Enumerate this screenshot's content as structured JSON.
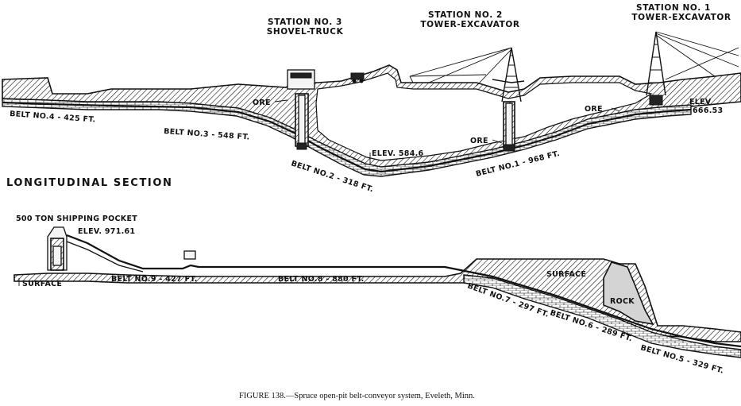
{
  "longitudinal": {
    "title": "LONGITUDINAL SECTION",
    "stations": [
      {
        "line1": "STATION NO. 3",
        "line2": "SHOVEL-TRUCK"
      },
      {
        "line1": "STATION NO. 2",
        "line2": "TOWER-EXCAVATOR"
      },
      {
        "line1": "STATION NO. 1",
        "line2": "TOWER-EXCAVATOR"
      }
    ],
    "ore_labels": [
      "ORE",
      "ORE",
      "ORE"
    ],
    "elevations": {
      "low": "ELEV. 584.6",
      "right_line1": "ELEV",
      "right_line2": "666.53"
    },
    "belts": [
      "BELT NO.4 - 425 FT.",
      "BELT NO.3 - 548 FT.",
      "BELT NO.2 - 318 FT.",
      "BELT NO.1 - 968 FT."
    ]
  },
  "lower_section": {
    "pocket_label": "500 TON SHIPPING POCKET",
    "elevation": "ELEV. 971.61",
    "surface_labels": [
      "SURFACE",
      "SURFACE"
    ],
    "rock_label": "ROCK",
    "belts": [
      "BELT NO.9 - 427 FT.",
      "BELT NO.8 - 880 FT.",
      "BELT NO.7 - 297 FT.",
      "BELT NO.6 - 289 FT.",
      "BELT NO.5 - 329 FT."
    ]
  },
  "caption": "FIGURE 138.—Spruce open-pit belt-conveyor system, Eveleth, Minn."
}
